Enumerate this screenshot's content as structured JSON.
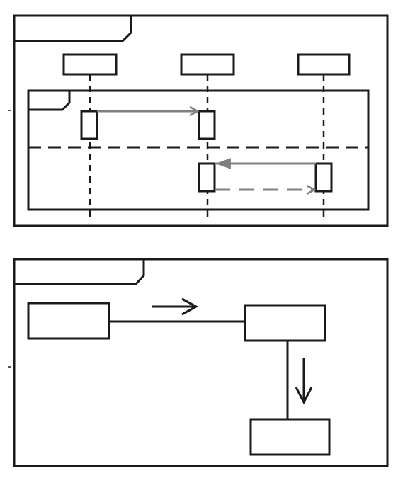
{
  "diagrams": [
    {
      "kind": "sequence-diagram",
      "frame_label": "",
      "lifelines": [
        {
          "label": ""
        },
        {
          "label": ""
        },
        {
          "label": ""
        }
      ],
      "fragment": {
        "operator_label": "",
        "operands": 2
      },
      "messages": [
        {
          "from": 0,
          "to": 1,
          "style": "sync",
          "label": ""
        },
        {
          "from": 2,
          "to": 1,
          "style": "sync",
          "label": ""
        },
        {
          "from": 1,
          "to": 2,
          "style": "reply",
          "label": ""
        }
      ]
    },
    {
      "kind": "communication-diagram",
      "frame_label": "",
      "objects": [
        {
          "label": ""
        },
        {
          "label": ""
        },
        {
          "label": ""
        }
      ],
      "links": [
        {
          "from": 0,
          "to": 1,
          "message_direction": "right",
          "label": ""
        },
        {
          "from": 1,
          "to": 2,
          "message_direction": "down",
          "label": ""
        }
      ]
    }
  ],
  "colors": {
    "stroke": "#1a1a1a",
    "message": "#808080",
    "background": "#ffffff"
  }
}
